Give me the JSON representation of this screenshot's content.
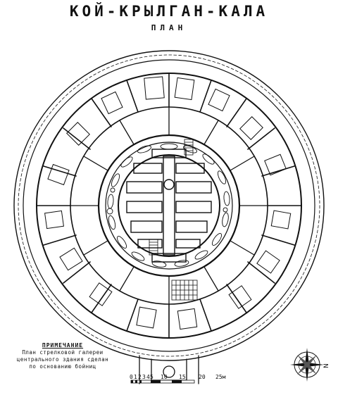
{
  "title": "КОЙ-КРЫЛГАН-КАЛА",
  "subtitle": "ПЛАН",
  "note": {
    "heading": "ПРИМЕЧАНИЕ",
    "lines": [
      "План стрелковой галереи",
      "центрального здания сделан",
      "по основанию бойниц"
    ]
  },
  "scale_bar": {
    "labels": [
      "0",
      "1",
      "2",
      "3",
      "4",
      "5",
      "10",
      "15",
      "20",
      "25м"
    ]
  },
  "compass": {
    "north_label": "N"
  },
  "icons": [
    "compass-rose-icon"
  ]
}
